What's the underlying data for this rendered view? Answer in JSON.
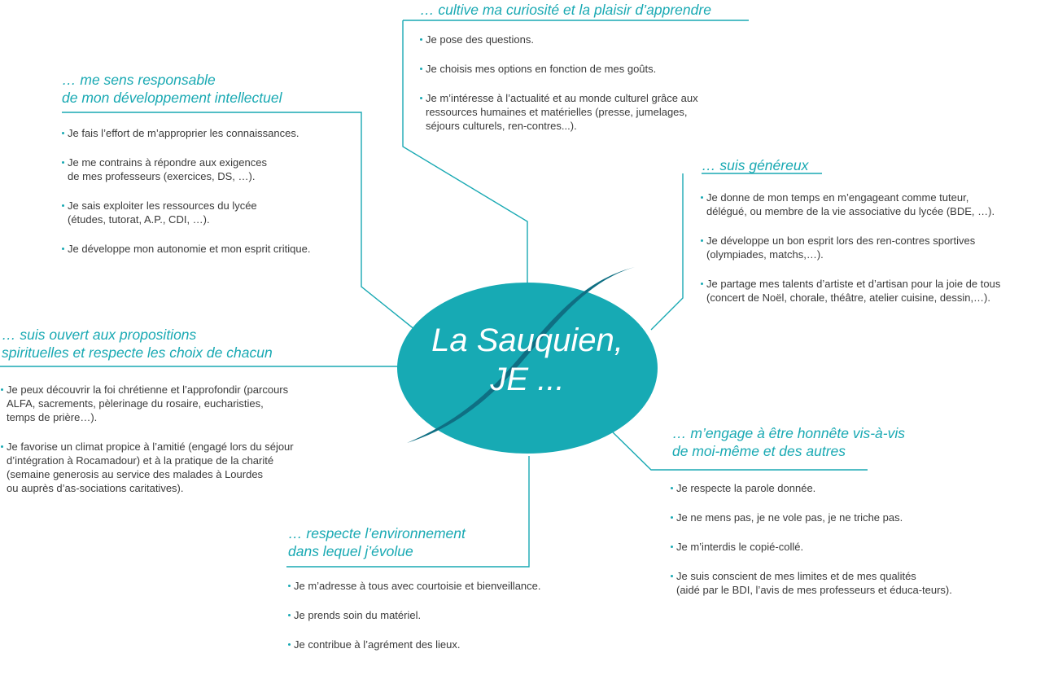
{
  "center": {
    "line1": "La Sauquien,",
    "line2": "JE ..."
  },
  "colors": {
    "accent": "#19a9b3",
    "ellipse": "#17aab4",
    "swoosh": "#0f6f83",
    "text": "#3a3a3a"
  },
  "sections": {
    "curiosite": {
      "heading": [
        "… cultive ma curiosité et la plaisir d’apprendre"
      ],
      "items": [
        "Je pose des questions.",
        "Je choisis mes options en fonction de mes goûts.",
        "Je m’intéresse à l’actualité et au monde culturel grâce aux\nressources humaines et matérielles (presse, jumelages,\nséjours culturels, ren-contres...)."
      ]
    },
    "responsable": {
      "heading": [
        "… me sens responsable",
        "de mon développement intellectuel"
      ],
      "items": [
        "Je fais l’effort de m’approprier les connaissances.",
        "Je me contrains à répondre aux exigences\nde mes professeurs (exercices, DS, …).",
        "Je sais exploiter les ressources du lycée\n(études, tutorat, A.P., CDI, …).",
        "Je développe mon autonomie et mon esprit critique."
      ]
    },
    "genereux": {
      "heading": [
        "… suis généreux"
      ],
      "items": [
        "Je donne de mon temps en m’engageant comme tuteur,\ndélégué, ou membre de la vie associative du lycée (BDE, …).",
        "Je développe un bon esprit lors des ren-contres sportives\n(olympiades, matchs,…).",
        "Je partage mes talents d’artiste et d’artisan pour la joie de tous\n(concert de Noël, chorale, théâtre, atelier cuisine, dessin,…)."
      ]
    },
    "ouvert": {
      "heading": [
        "… suis ouvert aux propositions",
        "spirituelles et respecte les choix de chacun"
      ],
      "items": [
        "Je peux découvrir la foi chrétienne et l’approfondir (parcours\nALFA, sacrements, pèlerinage du rosaire, eucharisties,\ntemps de prière…).",
        "Je favorise un climat propice à l’amitié (engagé lors du séjour\nd’intégration à Rocamadour) et à la pratique de la charité\n(semaine generosis au service des malades à Lourdes\nou auprès d’as-sociations caritatives)."
      ]
    },
    "honnete": {
      "heading": [
        "… m’engage à être honnête vis-à-vis",
        "de moi-même et des autres"
      ],
      "items": [
        "Je respecte la parole donnée.",
        "Je ne mens pas, je ne vole pas, je ne triche pas.",
        "Je m’interdis le copié-collé.",
        "Je suis conscient de mes limites et de mes qualités\n(aidé par le BDI, l’avis de mes professeurs et éduca-teurs)."
      ]
    },
    "environnement": {
      "heading": [
        "… respecte l’environnement",
        "dans lequel j’évolue"
      ],
      "items": [
        "Je m’adresse à tous avec courtoisie et bienveillance.",
        "Je prends soin du matériel.",
        "Je contribue à l’agrément des lieux."
      ]
    }
  }
}
